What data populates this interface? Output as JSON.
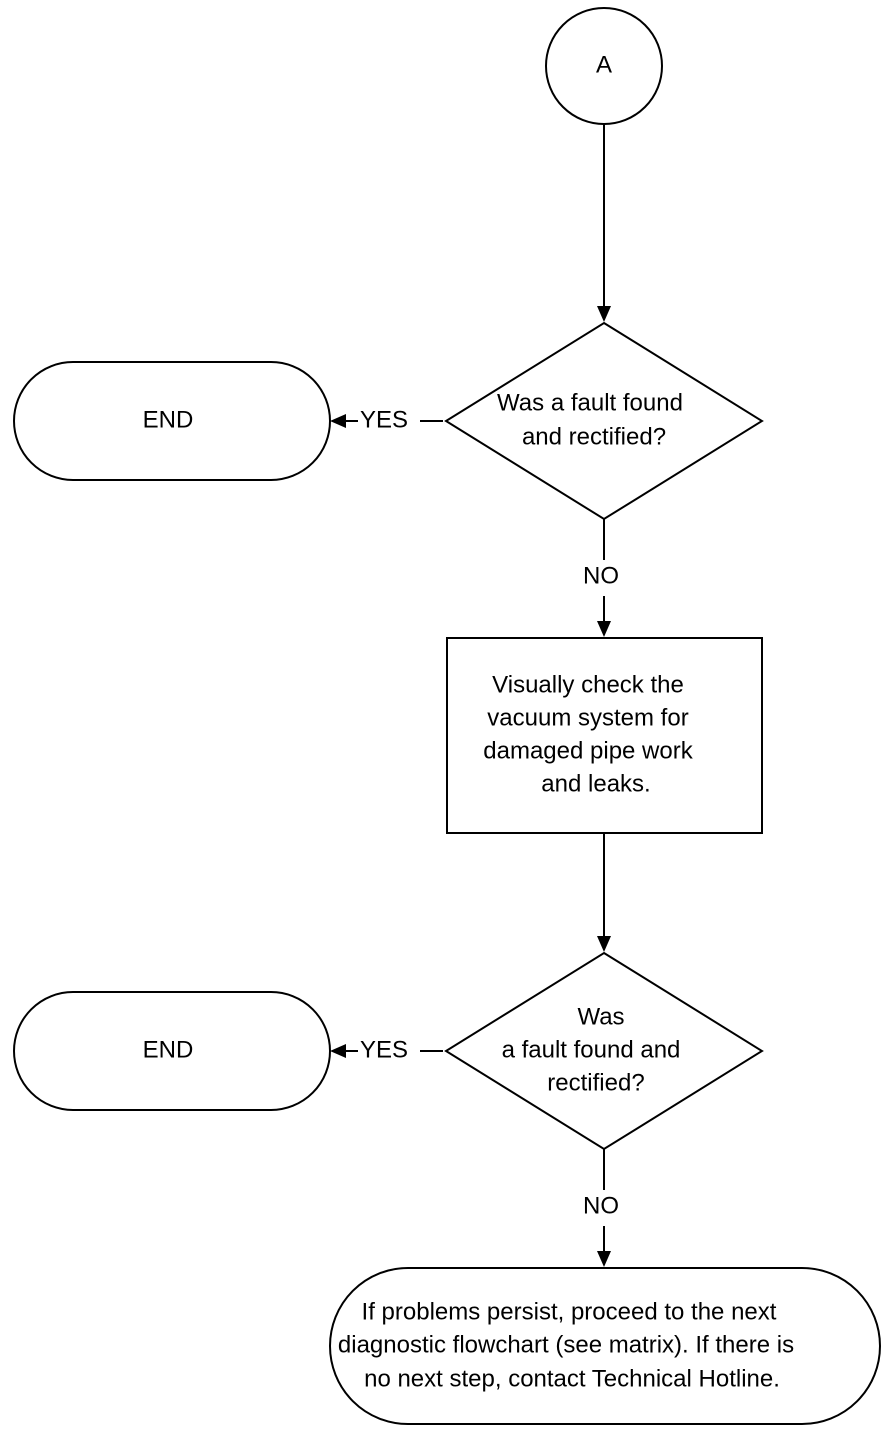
{
  "connector_a": {
    "label": "A"
  },
  "decision_1": {
    "lines": [
      "Was a fault found",
      "and rectified?"
    ],
    "yes_label": "YES",
    "no_label": "NO"
  },
  "end_1": {
    "label": "END"
  },
  "process_1": {
    "lines": [
      "Visually check the",
      "vacuum system for",
      "damaged pipe work",
      "and leaks."
    ]
  },
  "decision_2": {
    "lines": [
      "Was",
      "a fault found and",
      "rectified?"
    ],
    "yes_label": "YES",
    "no_label": "NO"
  },
  "end_2": {
    "label": "END"
  },
  "terminal_final": {
    "lines": [
      "If problems persist, proceed to the next",
      "diagnostic flowchart (see matrix). If there is",
      "no next step, contact Technical Hotline."
    ]
  }
}
